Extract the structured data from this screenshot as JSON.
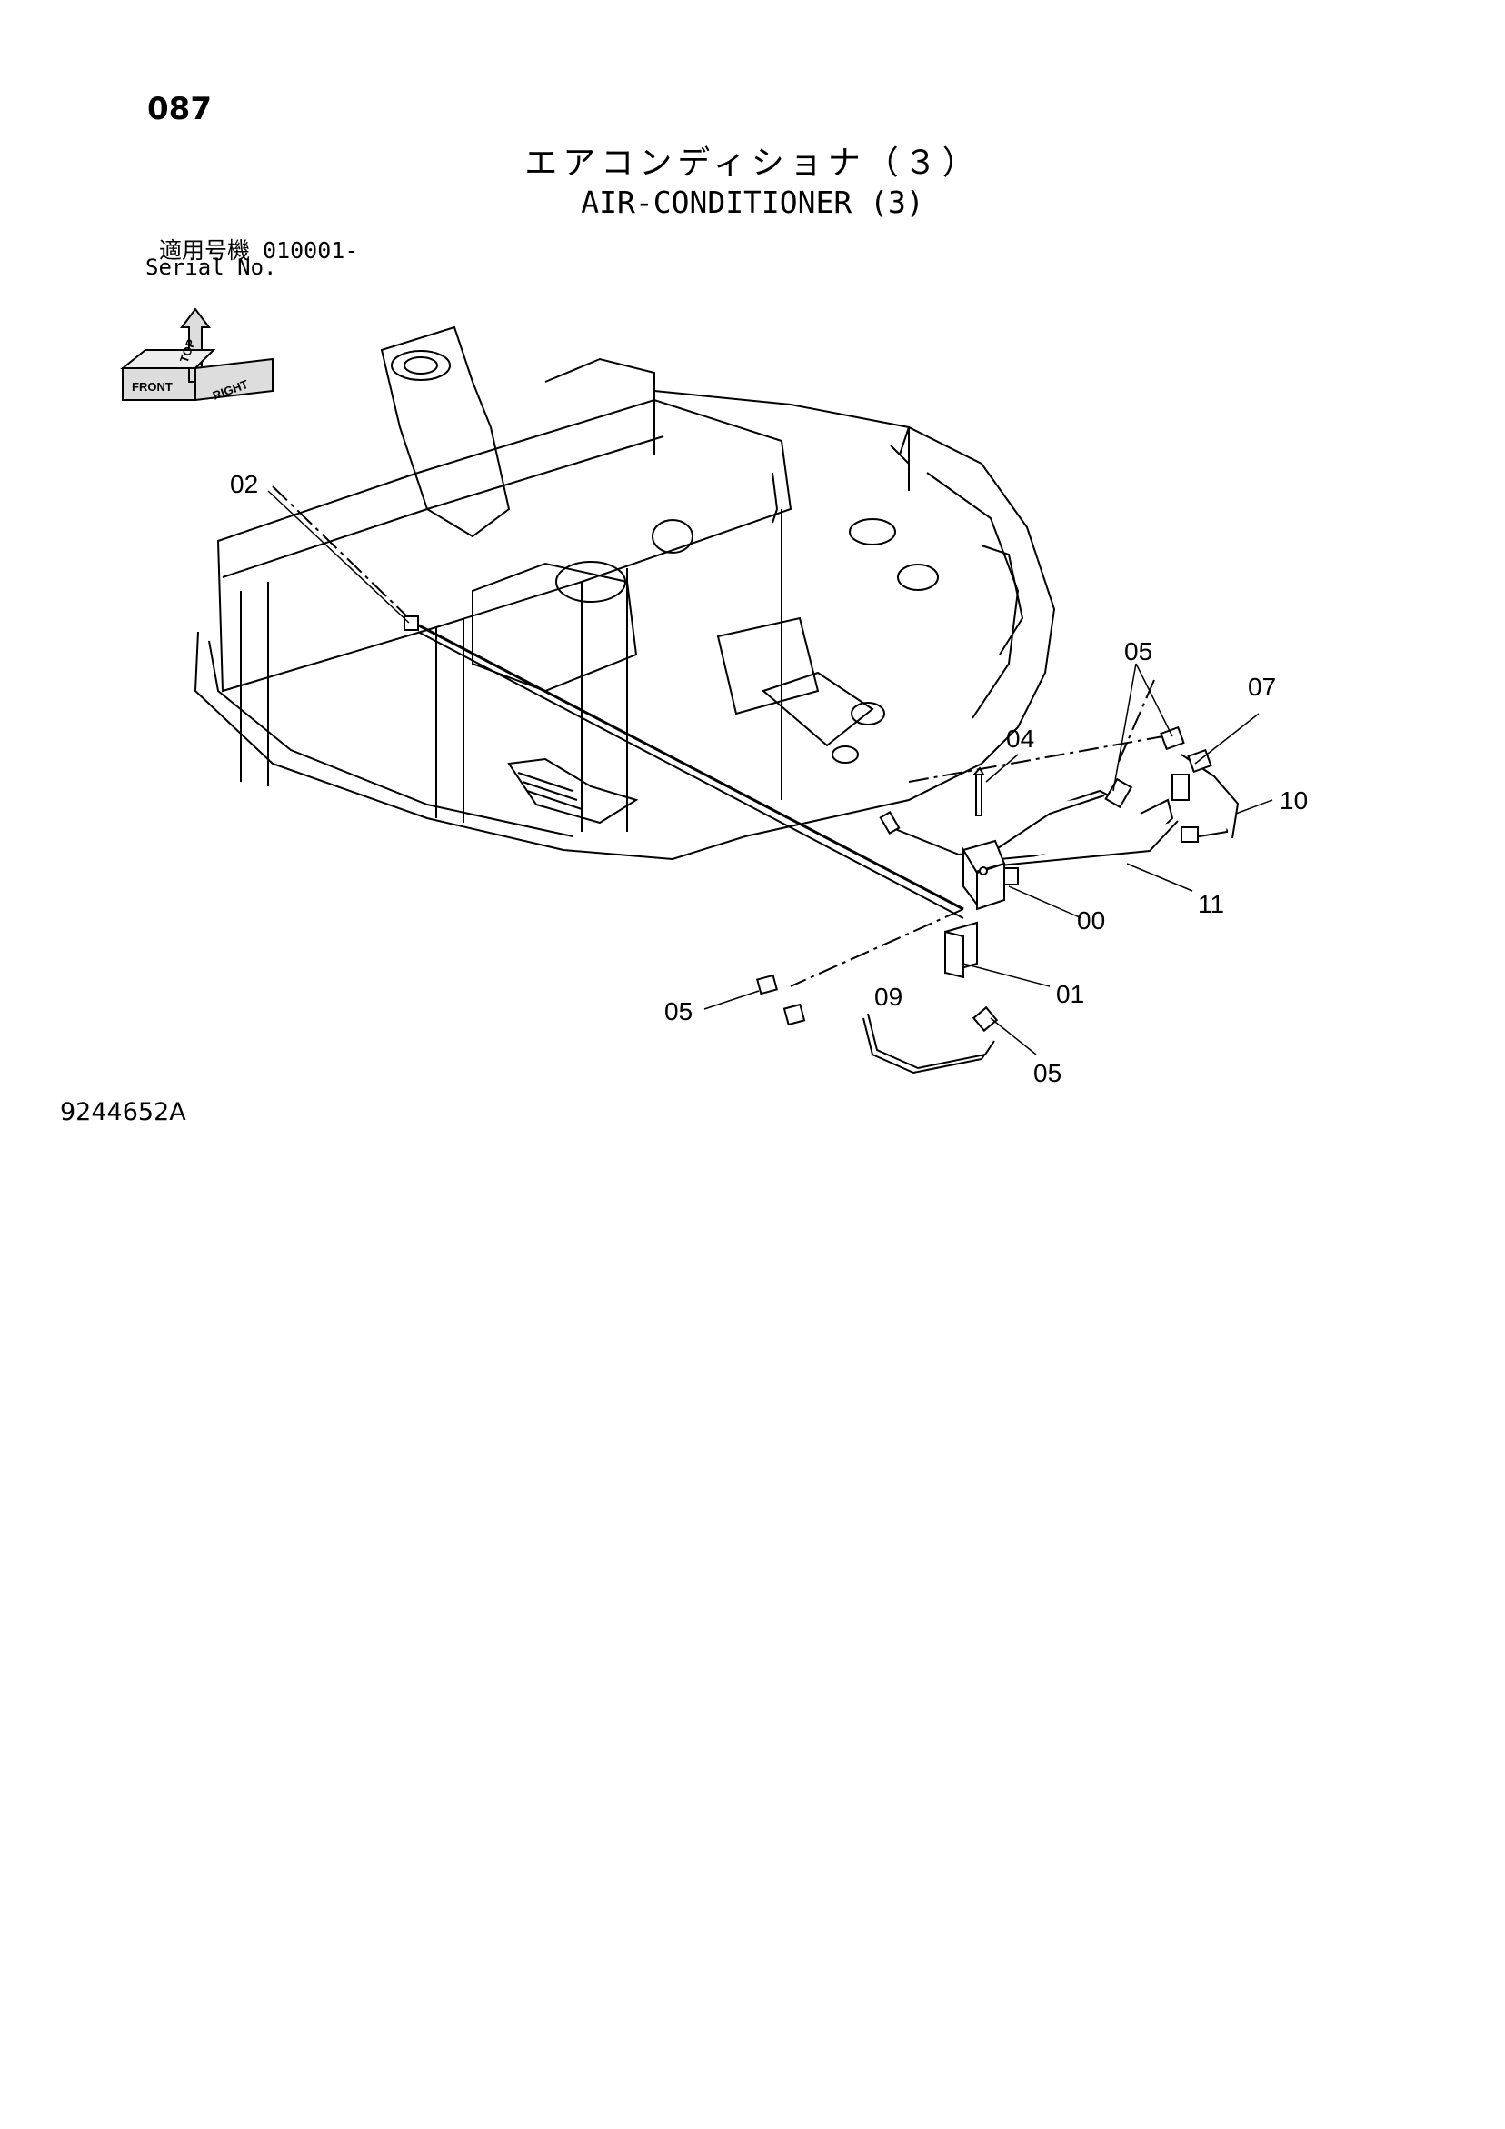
{
  "header": {
    "page_number": "087",
    "title_jp": "エアコンディショナ（３）",
    "title_en": "AIR-CONDITIONER (3)",
    "serial_label_jp": "適用号機",
    "serial_value": "010001-",
    "serial_label_en": "Serial No."
  },
  "orientation_icon": {
    "front": "FRONT",
    "top": "TOP",
    "right": "RIGHT"
  },
  "callouts": {
    "c00": "00",
    "c01": "01",
    "c02": "02",
    "c04": "04",
    "c05a": "05",
    "c05b": "05",
    "c05c": "05",
    "c07": "07",
    "c09": "09",
    "c10": "10",
    "c11": "11"
  },
  "footer": {
    "drawing_id": "9244652A"
  }
}
